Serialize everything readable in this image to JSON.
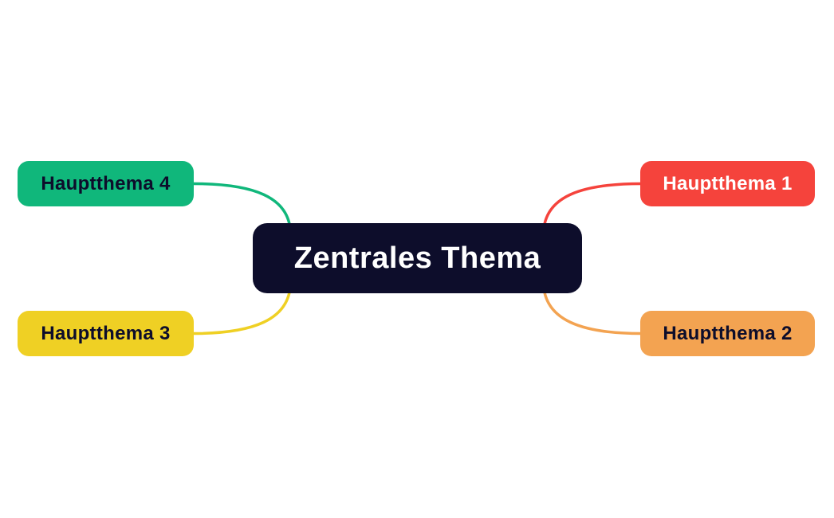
{
  "page": {
    "background_color": "#FFFFFF"
  },
  "mindmap": {
    "central_node": {
      "label": "Zentrales Thema",
      "background_color": "#0D0D2B",
      "text_color": "#FFFFFF"
    },
    "branch_nodes": [
      {
        "label": "Hauptthema 1",
        "position": "top-right",
        "background_color": "#F5433C",
        "text_color": "#FFFFFF"
      },
      {
        "label": "Hauptthema 2",
        "position": "bottom-right",
        "background_color": "#F3A351",
        "text_color": "#0D0D2B"
      },
      {
        "label": "Hauptthema 3",
        "position": "bottom-left",
        "background_color": "#EFD024",
        "text_color": "#0D0D2B"
      },
      {
        "label": "Hauptthema 4",
        "position": "top-left",
        "background_color": "#10B77B",
        "text_color": "#0D0D2B"
      }
    ]
  }
}
